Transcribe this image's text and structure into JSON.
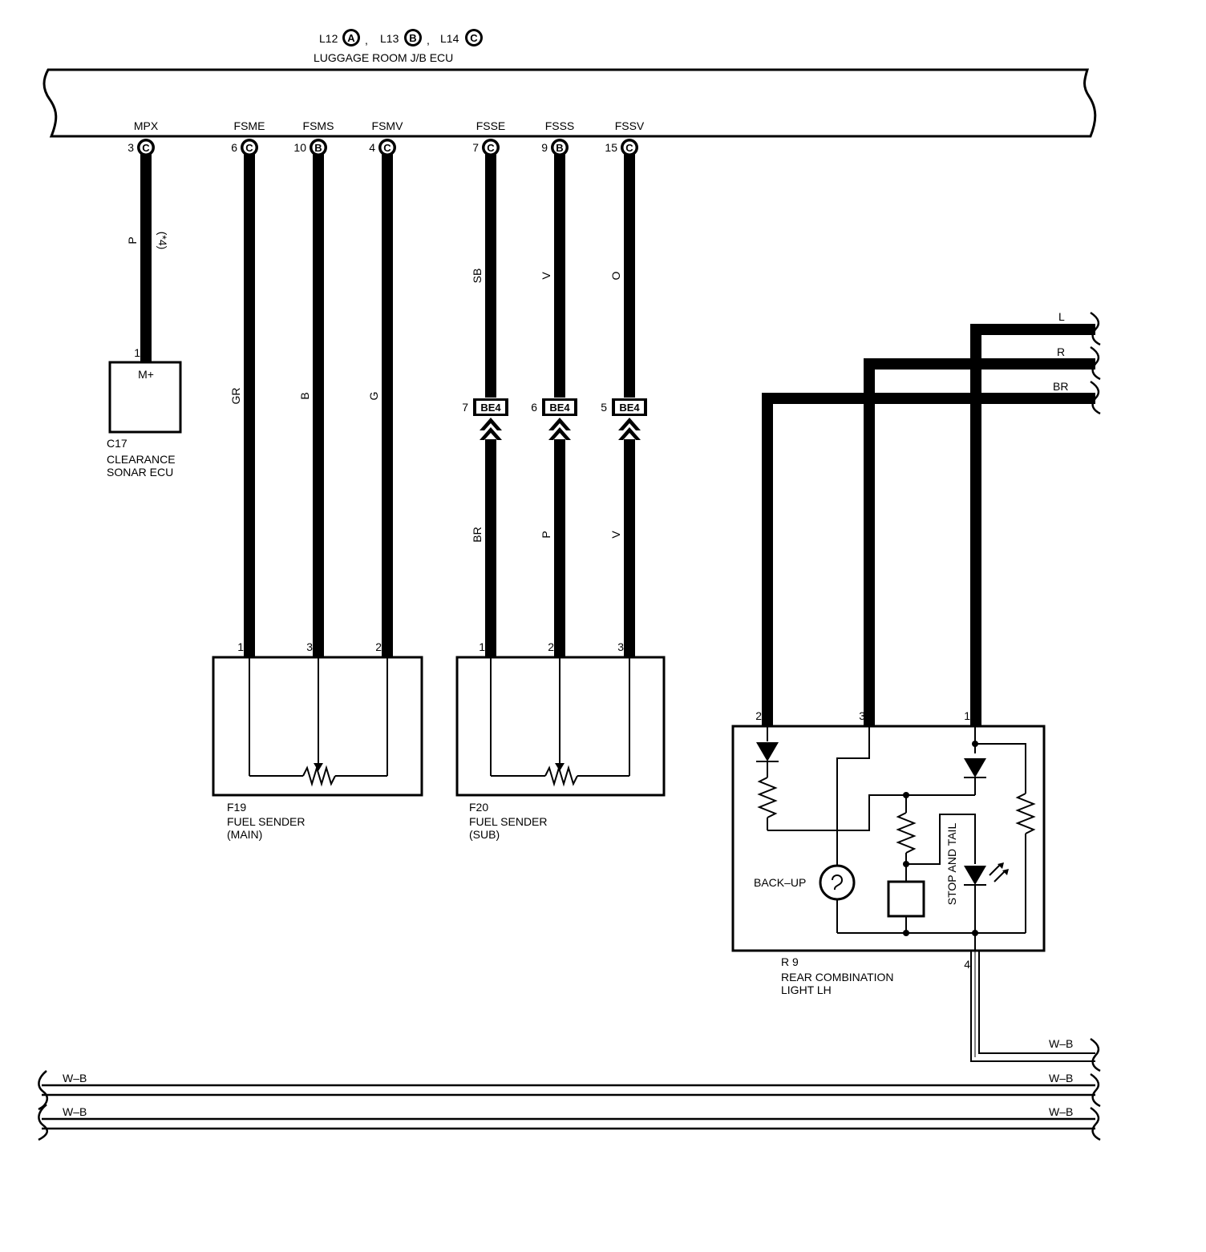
{
  "header": {
    "connectors": [
      {
        "id": "L12",
        "letter": "A"
      },
      {
        "id": "L13",
        "letter": "B"
      },
      {
        "id": "L14",
        "letter": "C"
      }
    ],
    "separator": ",",
    "ecu_name": "LUGGAGE ROOM J/B ECU"
  },
  "terminals": [
    {
      "name": "MPX",
      "pin": "3",
      "conn": "C",
      "wire": "P",
      "note": "(*4)"
    },
    {
      "name": "FSME",
      "pin": "6",
      "conn": "C",
      "wire": "GR"
    },
    {
      "name": "FSMS",
      "pin": "10",
      "conn": "B",
      "wire": "B"
    },
    {
      "name": "FSMV",
      "pin": "4",
      "conn": "C",
      "wire": "G"
    },
    {
      "name": "FSSE",
      "pin": "7",
      "conn": "C",
      "wire": "SB",
      "be4_pin": "7",
      "wire_below": "BR"
    },
    {
      "name": "FSSS",
      "pin": "9",
      "conn": "B",
      "wire": "V",
      "be4_pin": "6",
      "wire_below": "P"
    },
    {
      "name": "FSSV",
      "pin": "15",
      "conn": "C",
      "wire": "O",
      "be4_pin": "5",
      "wire_below": "V"
    }
  ],
  "be4_label": "BE4",
  "c17": {
    "pin": "1",
    "terminal": "M+",
    "id": "C17",
    "line1": "CLEARANCE",
    "line2": "SONAR ECU"
  },
  "f19": {
    "pins": [
      "1",
      "3",
      "2"
    ],
    "id": "F19",
    "line1": "FUEL SENDER",
    "line2": "(MAIN)"
  },
  "f20": {
    "pins": [
      "1",
      "2",
      "3"
    ],
    "id": "F20",
    "line1": "FUEL SENDER",
    "line2": "(SUB)"
  },
  "r9": {
    "pins": [
      "2",
      "3",
      "1"
    ],
    "ground_pin": "4",
    "id": "R 9",
    "line1": "REAR COMBINATION",
    "line2": "LIGHT LH",
    "backup": "BACK–UP",
    "stop_tail": "STOP AND TAIL"
  },
  "right_wires": [
    "L",
    "R",
    "BR"
  ],
  "ground_labels": [
    "W–B",
    "W–B",
    "W–B",
    "W–B",
    "W–B"
  ]
}
